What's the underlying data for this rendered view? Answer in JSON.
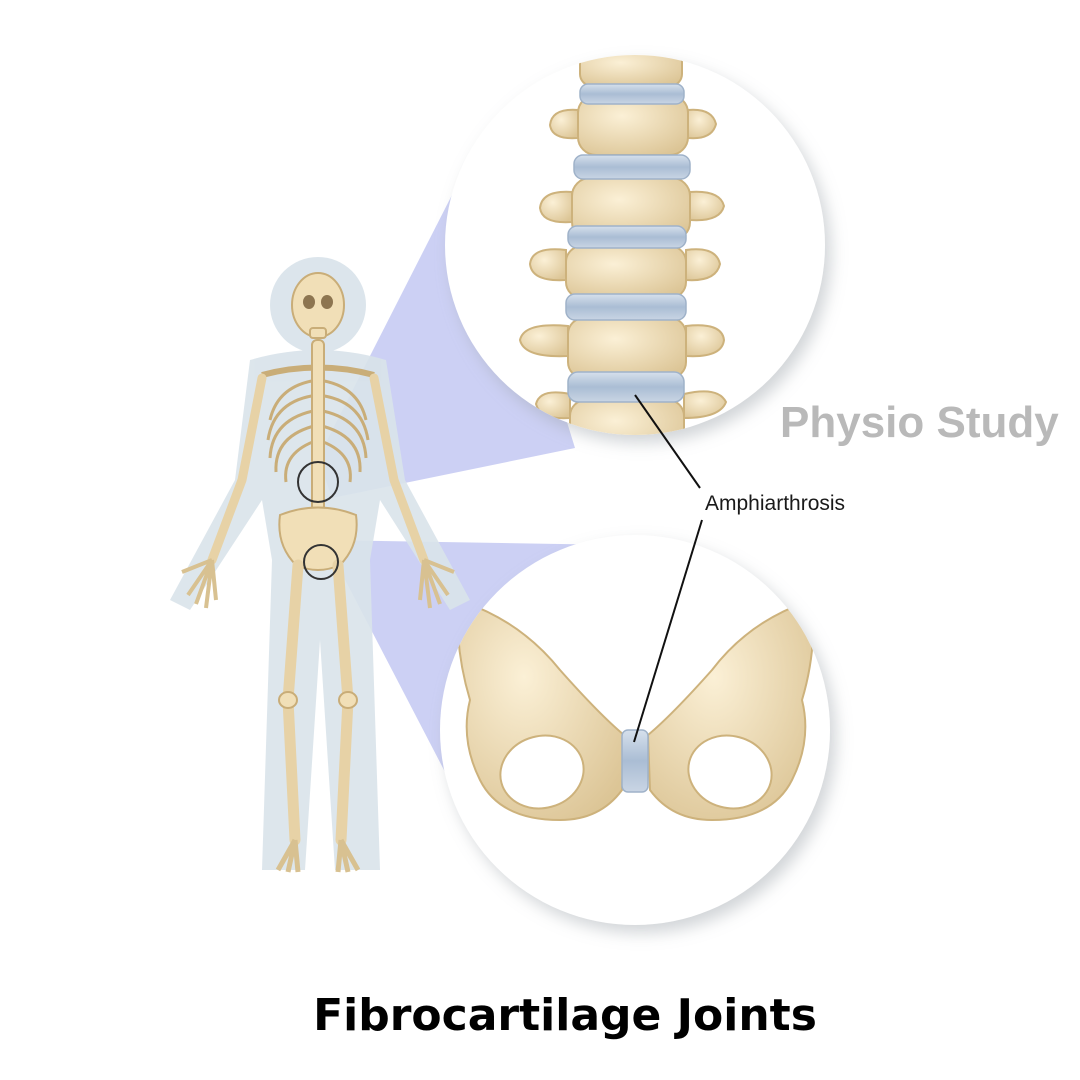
{
  "watermark": "Physio Study",
  "callout_label": "Amphiarthrosis",
  "caption": "Fibrocartilage Joints",
  "colors": {
    "bone": "#f1dfb7",
    "bone_shade": "#dcc596",
    "cartilage": "#b9c8dc",
    "zoom_wedge": "#c3c8f2",
    "body_silhouette": "#d9e3ea",
    "watermark": "#b9b9b9"
  }
}
